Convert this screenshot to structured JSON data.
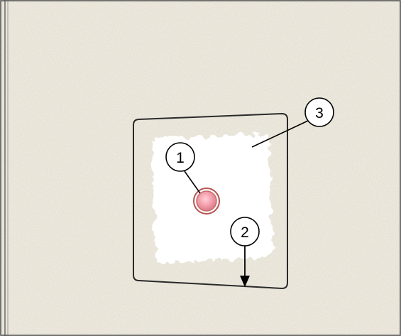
{
  "figure": {
    "callouts": [
      {
        "id": "callout-1",
        "label": "1"
      },
      {
        "id": "callout-2",
        "label": "2"
      },
      {
        "id": "callout-3",
        "label": "3"
      }
    ]
  },
  "colors": {
    "wall": "#e6e1d4",
    "wall_dark": "#cfc9ba",
    "border": "#4d4d4d",
    "patch": "#ffffff",
    "indicator_light": "#f29aa8",
    "indicator_ring": "#b5554f",
    "outline": "#222222"
  },
  "icons": [
    "pink-indicator-light",
    "down-arrow-icon"
  ]
}
